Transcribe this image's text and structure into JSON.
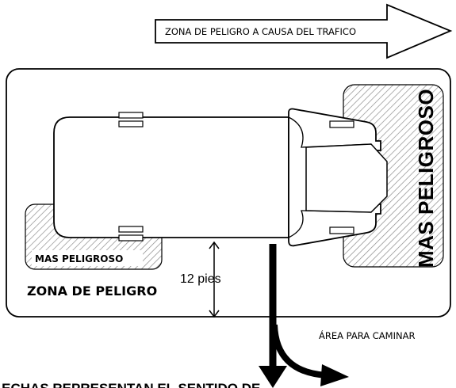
{
  "arrow_label": "ZONA DE PELIGRO A CAUSA DEL TRAFICO",
  "danger_zone_label": "ZONA DE PELIGRO",
  "most_dangerous_side_label": "MAS PELIGROSO",
  "most_dangerous_front_label": "MAS PELIGROSO",
  "distance_label": "12 pies",
  "walking_area_label": "ÁREA PARA CAMINAR",
  "bottom_caption_partial": "...ECHAS REPRESENTAN EL SENTIDO DE...",
  "colors": {
    "stroke": "#000000",
    "hatch": "#9a9a9a",
    "background": "#ffffff"
  }
}
